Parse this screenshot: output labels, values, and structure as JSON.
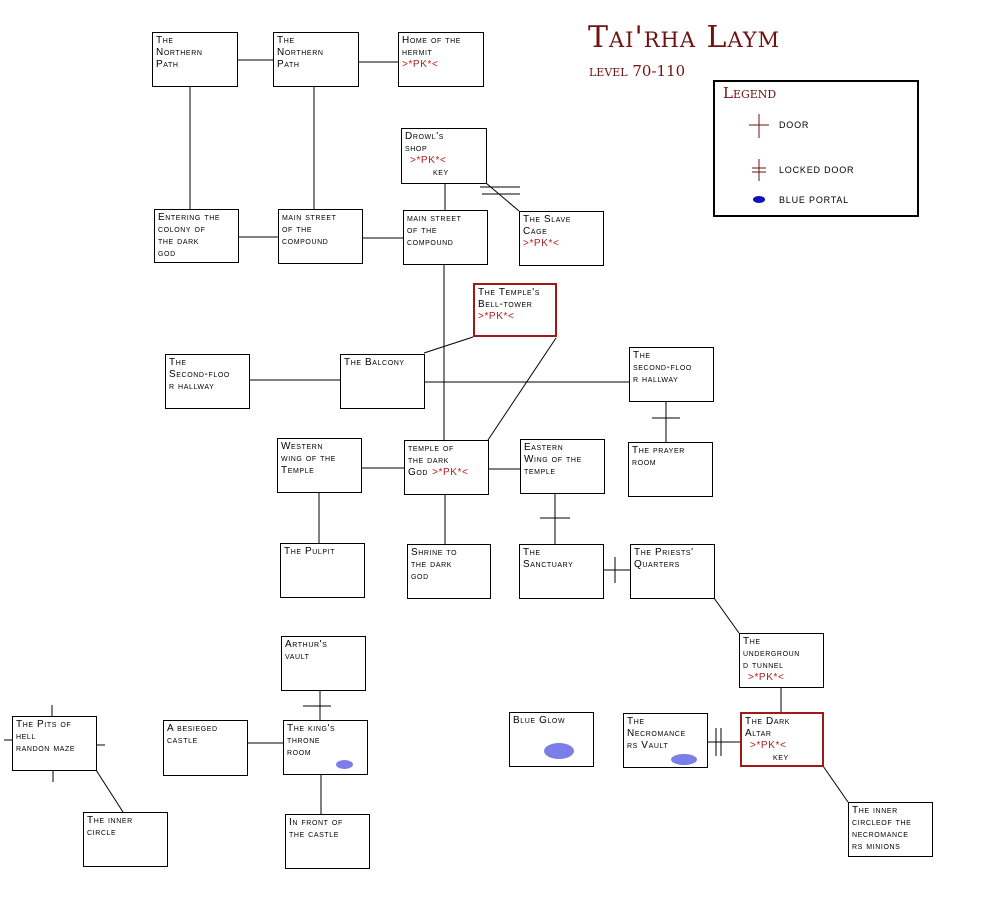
{
  "title": "Tai'rha Laym",
  "subtitle": "level 70-110",
  "legend": {
    "heading": "Legend",
    "items": [
      {
        "icon": "door-icon",
        "label": "door"
      },
      {
        "icon": "locked-door-icon",
        "label": "locked door"
      },
      {
        "icon": "blue-portal-icon",
        "label": "blue portal"
      }
    ]
  },
  "colors": {
    "title": "#6e1212",
    "pk": "#b02020",
    "highlight_border": "#a01818",
    "portal": "#7b7ee8",
    "legend_portal": "#1010c0"
  },
  "rooms": [
    {
      "lines": [
        "The",
        "Northern",
        "Path"
      ]
    },
    {
      "lines": [
        "The",
        "Northern",
        "Path"
      ]
    },
    {
      "lines": [
        "Home of the",
        "hermit"
      ],
      "pk": ">*PK*<"
    },
    {
      "lines": [
        "Drowl's",
        "shop"
      ],
      "pk": ">*PK*<",
      "key": "key"
    },
    {
      "lines": [
        "Entering the",
        "colony of",
        "the dark",
        "god"
      ]
    },
    {
      "lines": [
        "main street",
        "of the",
        "compound"
      ]
    },
    {
      "lines": [
        "main street",
        "of the",
        "compound"
      ]
    },
    {
      "lines": [
        "The Slave",
        "Cage"
      ],
      "pk": ">*PK*<"
    },
    {
      "lines": [
        "The Temple's",
        "Bell-tower"
      ],
      "pk": ">*PK*<"
    },
    {
      "lines": [
        "The",
        "Second-floo",
        "r hallway"
      ]
    },
    {
      "lines": [
        "The Balcony"
      ]
    },
    {
      "lines": [
        "The",
        "second-floo",
        "r hallway"
      ]
    },
    {
      "lines": [
        "The prayer",
        "room"
      ]
    },
    {
      "lines": [
        "Western",
        "wing of the",
        "Temple"
      ]
    },
    {
      "lines": [
        "temple of",
        "the dark",
        "God"
      ],
      "pk_inline": ">*PK*<"
    },
    {
      "lines": [
        "Eastern",
        "Wing of the",
        "temple"
      ]
    },
    {
      "lines": [
        "The Pulpit"
      ]
    },
    {
      "lines": [
        "Shrine to",
        "the dark",
        "god"
      ]
    },
    {
      "lines": [
        "The",
        "Sanctuary"
      ]
    },
    {
      "lines": [
        "The Priests'",
        "Quarters"
      ]
    },
    {
      "lines": [
        "Arthur's",
        "vault"
      ]
    },
    {
      "lines": [
        "The Pits of",
        "hell",
        "randon maze"
      ]
    },
    {
      "lines": [
        "A besieged",
        "castle"
      ]
    },
    {
      "lines": [
        "The king's",
        "throne",
        "room"
      ]
    },
    {
      "lines": [
        "The inner",
        "circle"
      ]
    },
    {
      "lines": [
        "In front of",
        "the castle"
      ]
    },
    {
      "lines": [
        "The",
        "undergroun",
        "d tunnel"
      ],
      "pk": ">*PK*<"
    },
    {
      "lines": [
        "Blue Glow"
      ]
    },
    {
      "lines": [
        "The",
        "Necromance",
        "rs Vault"
      ]
    },
    {
      "lines": [
        "The Dark",
        "Altar"
      ],
      "pk": ">*PK*<",
      "key": "key"
    },
    {
      "lines": [
        "The inner",
        "circleof the",
        "necromance",
        "rs minions"
      ]
    }
  ]
}
